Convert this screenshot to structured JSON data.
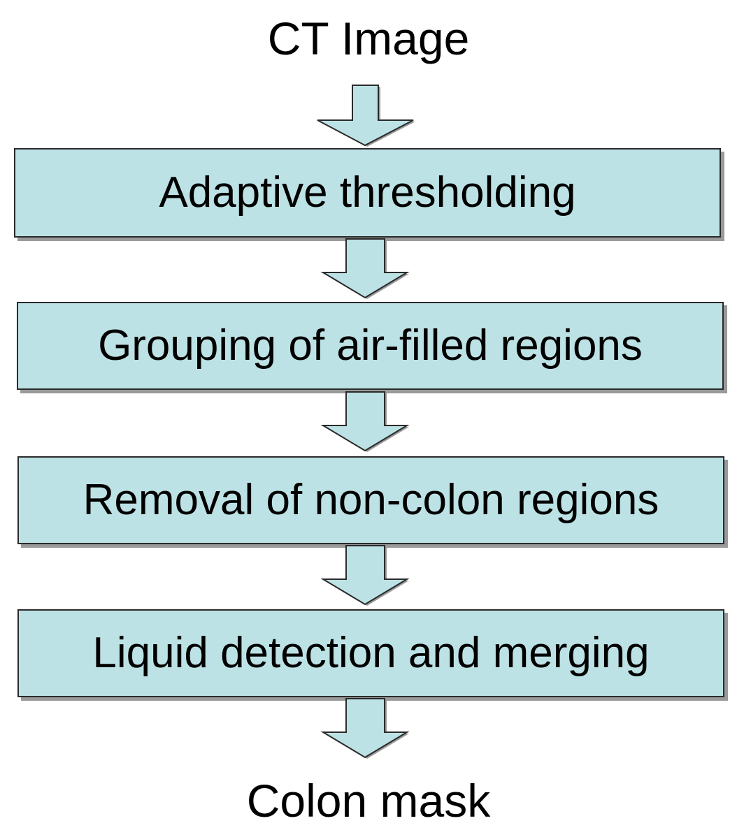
{
  "diagram": {
    "input_label": "CT Image",
    "steps": [
      {
        "label": "Adaptive thresholding"
      },
      {
        "label": "Grouping of air-filled regions"
      },
      {
        "label": "Removal of non-colon regions"
      },
      {
        "label": "Liquid detection and merging"
      }
    ],
    "output_label": "Colon mask"
  },
  "colors": {
    "box_fill": "#bde2e5",
    "arrow_fill": "#bde2e5",
    "stroke": "#2a2a2a",
    "shadow": "#9a9a9a"
  }
}
